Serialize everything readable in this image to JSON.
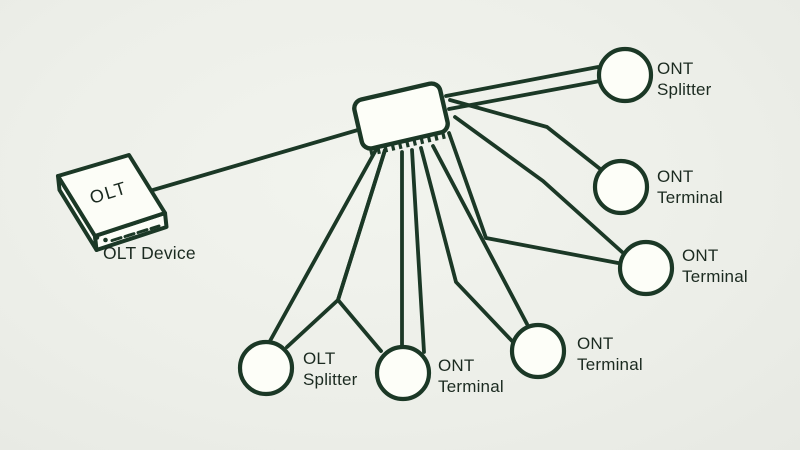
{
  "diagram": {
    "type": "network-topology",
    "description": "PON fiber network diagram: an OLT device feeding a central splitter chip fanned out to splitter and terminal nodes",
    "colors": {
      "stroke": "#1b3826",
      "text": "#1b2a20",
      "background": "#edefe9",
      "node_fill": "#fdfef8"
    },
    "nodes": [
      {
        "id": "olt-device",
        "type": "device-box",
        "label": "OLT",
        "caption": "OLT Device"
      },
      {
        "id": "central-splitter",
        "type": "chip",
        "label": ""
      },
      {
        "id": "ont-splitter",
        "type": "circle",
        "lines": [
          "ONT",
          "Splitter"
        ]
      },
      {
        "id": "ont-terminal-1",
        "type": "circle",
        "lines": [
          "ONT",
          "Terminal"
        ]
      },
      {
        "id": "ont-terminal-2",
        "type": "circle",
        "lines": [
          "ONT",
          "Terminal"
        ]
      },
      {
        "id": "olt-splitter",
        "type": "circle",
        "lines": [
          "OLT",
          "Splitter"
        ]
      },
      {
        "id": "ont-terminal-3",
        "type": "circle",
        "lines": [
          "ONT",
          "Terminal"
        ]
      },
      {
        "id": "ont-terminal-4",
        "type": "circle",
        "lines": [
          "ONT",
          "Terminal"
        ]
      }
    ],
    "edges": [
      {
        "from": "olt-device",
        "to": "central-splitter"
      },
      {
        "from": "central-splitter",
        "to": "ont-splitter"
      },
      {
        "from": "central-splitter",
        "to": "ont-splitter"
      },
      {
        "from": "central-splitter",
        "to": "ont-terminal-1"
      },
      {
        "from": "central-splitter",
        "to": "ont-terminal-2"
      },
      {
        "from": "central-splitter",
        "to": "ont-terminal-2"
      },
      {
        "from": "central-splitter",
        "to": "olt-splitter"
      },
      {
        "from": "central-splitter",
        "to": "olt-splitter"
      },
      {
        "from": "central-splitter",
        "to": "ont-terminal-3"
      },
      {
        "from": "central-splitter",
        "to": "ont-terminal-3"
      },
      {
        "from": "central-splitter",
        "to": "ont-terminal-3"
      },
      {
        "from": "central-splitter",
        "to": "ont-terminal-4"
      },
      {
        "from": "central-splitter",
        "to": "ont-terminal-4"
      }
    ]
  }
}
